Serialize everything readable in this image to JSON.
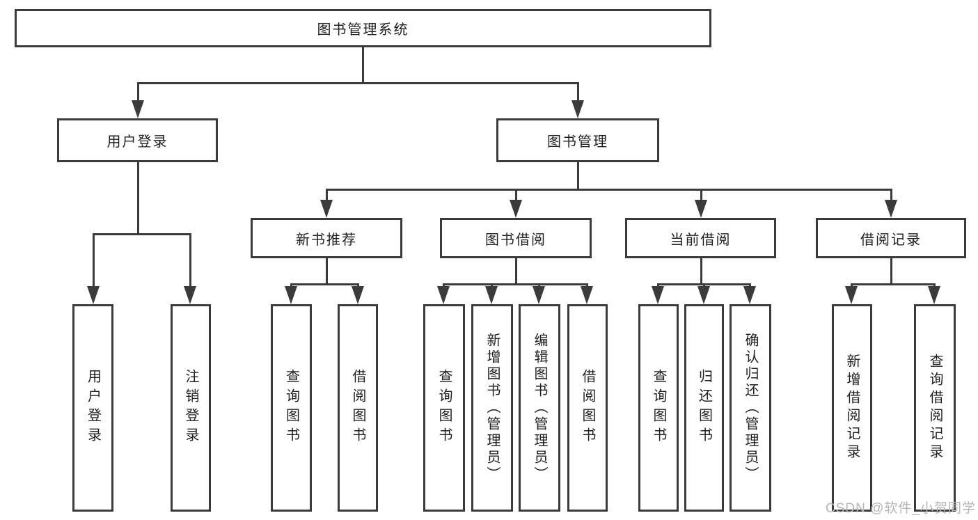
{
  "diagram_type": "hierarchy-tree",
  "tree": {
    "label": "图书管理系统",
    "children": [
      {
        "label": "用户登录",
        "children": [
          {
            "label": "用户登录"
          },
          {
            "label": "注销登录"
          }
        ]
      },
      {
        "label": "图书管理",
        "children": [
          {
            "label": "新书推荐",
            "children": [
              {
                "label": "查询图书"
              },
              {
                "label": "借阅图书"
              }
            ]
          },
          {
            "label": "图书借阅",
            "children": [
              {
                "label": "查询图书"
              },
              {
                "label": "新增图书（管理员）"
              },
              {
                "label": "编辑图书（管理员）"
              },
              {
                "label": "借阅图书"
              }
            ]
          },
          {
            "label": "当前借阅",
            "children": [
              {
                "label": "查询图书"
              },
              {
                "label": "归还图书"
              },
              {
                "label": "确认归还（管理员）"
              }
            ]
          },
          {
            "label": "借阅记录",
            "children": [
              {
                "label": "新增借阅记录"
              },
              {
                "label": "查询借阅记录"
              }
            ]
          }
        ]
      }
    ]
  },
  "watermark": "CSDN @软件_小贺同学",
  "colors": {
    "line": "#3b3b3b",
    "box_border": "#3b3b3b",
    "text": "#1f1f1f",
    "watermark": "#b5b5b5",
    "background": "#ffffff"
  }
}
